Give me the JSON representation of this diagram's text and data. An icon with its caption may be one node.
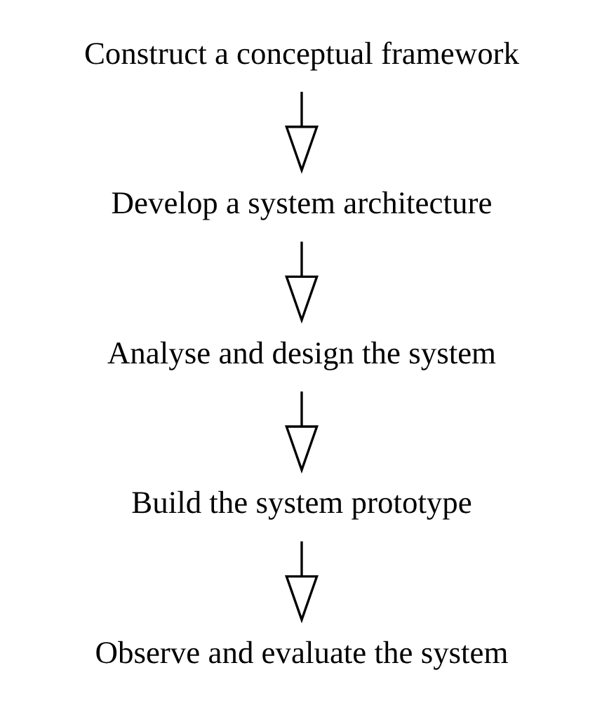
{
  "diagram": {
    "nodes": [
      {
        "text": [
          "Construct a conceptual framework"
        ]
      },
      {
        "text": [
          "Develop a system architecture"
        ]
      },
      {
        "text": [
          "Analyse and design the system"
        ]
      },
      {
        "text": [
          "Build the system prototype"
        ]
      },
      {
        "text": [
          "Observe and evaluate the system"
        ]
      }
    ],
    "edges": [
      {
        "from": 0,
        "to": 1,
        "arrow": "to"
      },
      {
        "from": 1,
        "to": 2,
        "arrow": "to"
      },
      {
        "from": 2,
        "to": 3,
        "arrow": "to"
      },
      {
        "from": 3,
        "to": 4,
        "arrow": "to"
      }
    ]
  }
}
